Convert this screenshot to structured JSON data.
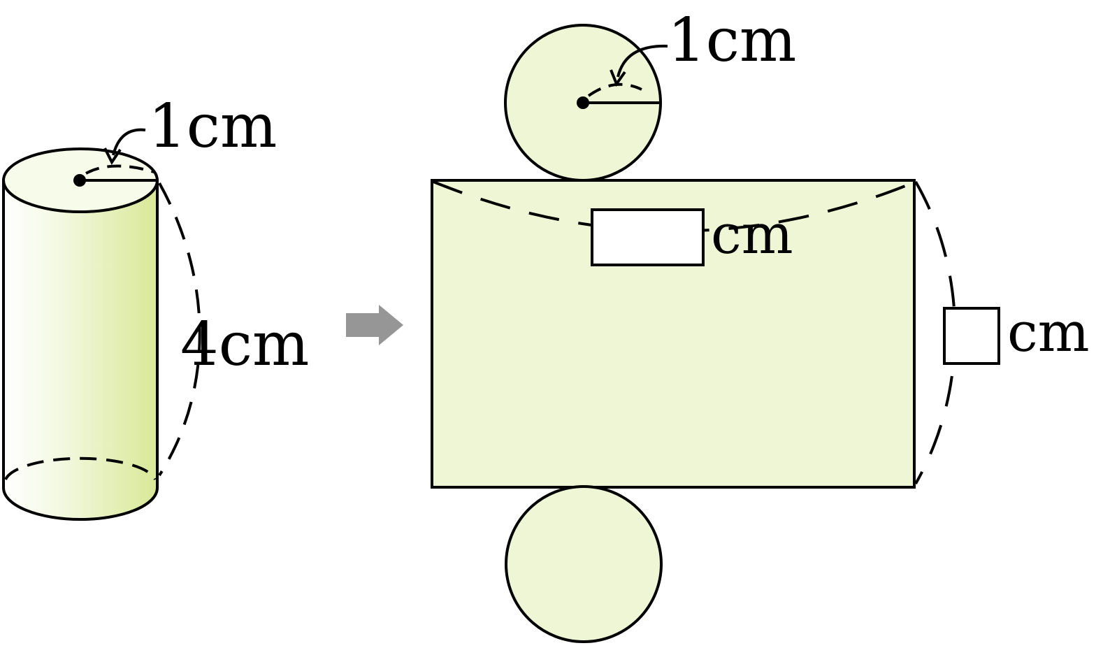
{
  "colors": {
    "fill": "#eef6d6",
    "gradient_dark": "#d8e897",
    "stroke": "#000000",
    "arrow": "#969696"
  },
  "cylinder": {
    "radius_label": "1cm",
    "height_label": "4cm"
  },
  "net": {
    "radius_label": "1cm",
    "width_unit": "cm",
    "height_unit": "cm"
  },
  "arrow_icon": "right-arrow-icon"
}
